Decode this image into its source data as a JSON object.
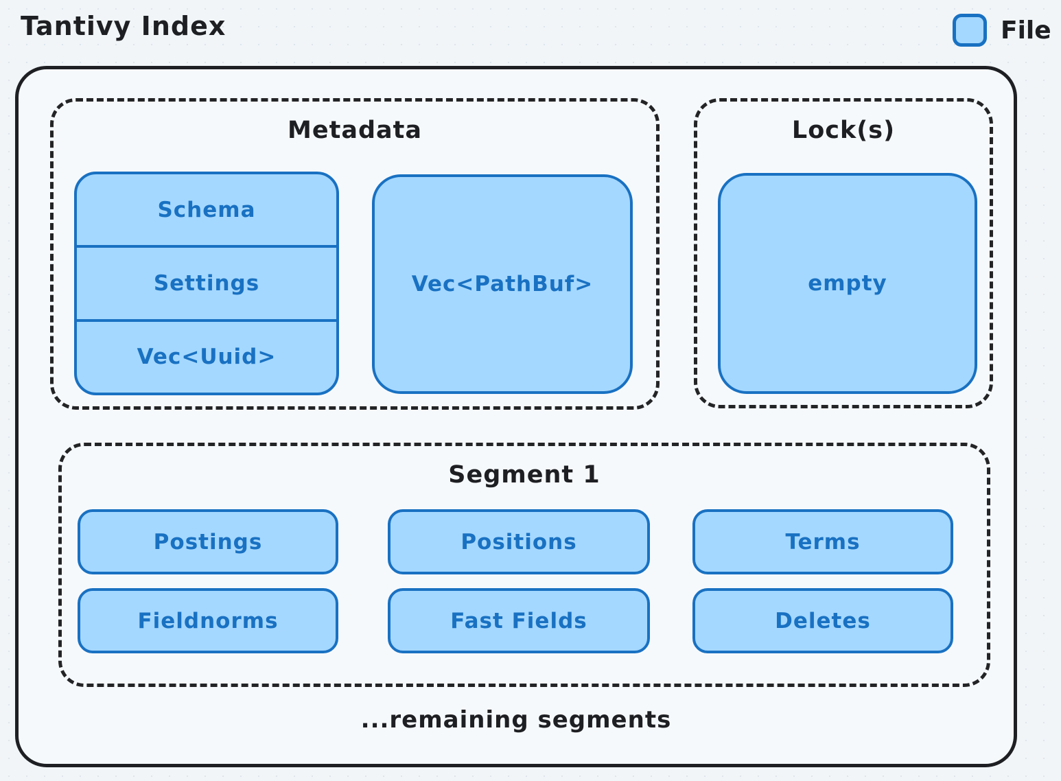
{
  "title": "Tantivy Index",
  "legend": {
    "label": "File"
  },
  "colors": {
    "file_fill": "#a5d8ff",
    "file_border": "#1971c2",
    "file_text": "#1971c2",
    "outline": "#1e1f22",
    "canvas": "#f6f9fc"
  },
  "metadata": {
    "label": "Metadata",
    "stack": [
      "Schema",
      "Settings",
      "Vec<Uuid>"
    ],
    "pathbuf": "Vec<PathBuf>"
  },
  "locks": {
    "label": "Lock(s)",
    "value": "empty"
  },
  "segment": {
    "label": "Segment 1",
    "files": [
      "Postings",
      "Positions",
      "Terms",
      "Fieldnorms",
      "Fast Fields",
      "Deletes"
    ]
  },
  "footer": "...remaining segments"
}
